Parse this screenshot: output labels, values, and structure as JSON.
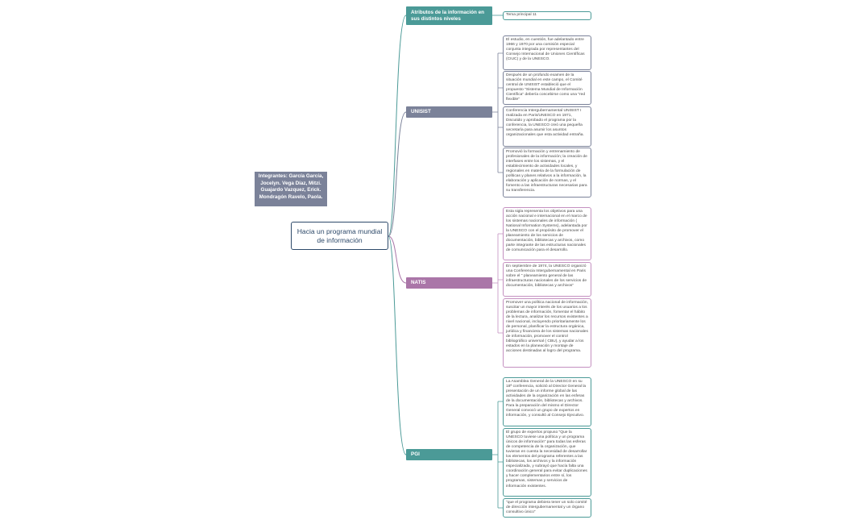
{
  "diagram": {
    "central": "Hacia un programa mundial de información",
    "authors": "Integrantes: García García, Jocelyn. Vega Díaz, Mitzi. Guajardo Vazquez, Erick. Mondragón Ravelo, Paola.",
    "colors": {
      "teal": "#4b9a97",
      "slate": "#7b8299",
      "mauve": "#aa76a8",
      "central_border": "#2e4a6a"
    },
    "branches": [
      {
        "id": "atributos",
        "title": "Atributos de la información en sus distintos niveles",
        "children": [
          "Tema principal 11"
        ]
      },
      {
        "id": "unisist",
        "title": "UNISIST",
        "children": [
          "El estudio, en cuestión, fue adelantado entre 1966 y 1970 por una comisión especial conjunta integrada por representantes del Consejo Internacional de Uniones Científicas (CIUC) y de la UNESCO.",
          "Después de un profundo examen de la situación mundial en este campo, el Comité central de UNISIST estableció que el propuesto \"Sistema Mundial de Información Científica\" debería concebirse como una \"red flexible\"",
          "Conferencia Intergubernamental UNISIST I realizada en Paris/UNESCO en 1971, Discutido y aprobado el programa por la conferencia, la UNESCO creó una pequeña secretaría para asumir los asuntos organizacionales que esta actividad entraña.",
          "Promovió la formación y entrenamiento de profesionales de la información; la creación de interfases entre los sistemas, y el establecimiento de actividades locales, y regionales en materia de la formulación de políticas y planes relativos a la información, la elaboración y aplicación de normas, y el fomento a las infraestructuras necesarias para su transferencia."
        ]
      },
      {
        "id": "natis",
        "title": "NATIS",
        "children": [
          "Esta sigla representa los objetivos para una acción nacional e internacional en el marco de los sistemas nacionales de información ( National Information Systems), adelantada por la UNESCO con el propósito de promover el planeamiento de los servicios de documentación, bibliotecas y archivos, como parte integrante de las estructuras nacionales de comunicación para el desarrollo.",
          "En septiembre de 1974, la UNESCO organizó una Conferencia Intergubernamental en Paris sobre el \" planeamiento general de las infraestructuras nacionales de los servicios de documentación, bibliotecas y archivos\"",
          "Promover una política nacional de información, suscitar un mayor interés de los usuarios a los problemas de información, fomentar el hábito de la lectura, analizar los recursos existentes a nivel nacional, incluyendo prioritariamente los de personal, planificar la estructura orgánica, jurídica y financiera de los sistemas nacionales de información, promover el control bibliográfico universal ( CBU), y ayudar a los estados en la planeación y montaje de acciones destinadas al logro del programa."
        ]
      },
      {
        "id": "pgi",
        "title": "PGI",
        "children": [
          "La Asamblea General de la UNESCO en su 18ª conferencia, solicitó al Director General la presentación de un informe global de las actividades de la organización en las esferas de la documentación, bibliotecas y archivos. Para la preparación del mismo el Director General convocó un grupo de expertos en información, y consultó al Consejo Ejecutivo.",
          "El grupo de expertos propuso \"Que la UNESCO tuviese una política y un programa únicos de información\" para todas las esferas de competencia de la organización, que tuvieran en cuenta la necesidad de desarrollar los elementos del programa referentes a las bibliotecas, los archivos y la información especializada, y subrayó que hacía falta una coordinación general para evitar duplicaciones y hacer complementarios entre sí, los programas, sistemas y servicios de información existentes.",
          "\"que el programa debiera tener un solo comité de dirección intergubernamental y un órgano consultivo único\""
        ]
      }
    ]
  }
}
